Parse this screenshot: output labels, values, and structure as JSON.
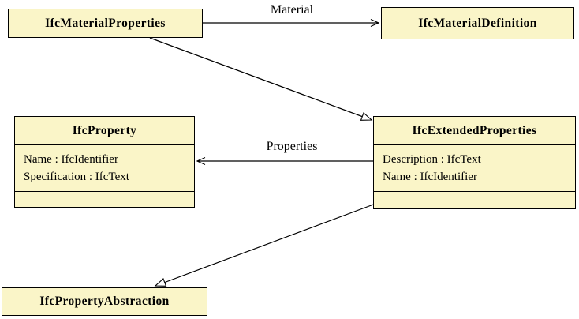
{
  "diagram": {
    "colors": {
      "box_fill": "#FAF5C8",
      "line": "#000000"
    },
    "classes": [
      {
        "name": "IfcMaterialProperties"
      },
      {
        "name": "IfcMaterialDefinition"
      },
      {
        "name": "IfcProperty",
        "attributes": [
          "Name : IfcIdentifier",
          "Specification : IfcText"
        ]
      },
      {
        "name": "IfcExtendedProperties",
        "attributes": [
          "Description : IfcText",
          "Name : IfcIdentifier"
        ]
      },
      {
        "name": "IfcPropertyAbstraction"
      }
    ],
    "relations": [
      {
        "type": "association",
        "label": "Material",
        "from": "IfcMaterialProperties",
        "to": "IfcMaterialDefinition",
        "arrowhead": "vee"
      },
      {
        "type": "association",
        "label": "Properties",
        "from": "IfcExtendedProperties",
        "to": "IfcProperty",
        "arrowhead": "vee"
      },
      {
        "type": "generalization",
        "from": "IfcMaterialProperties",
        "to": "IfcExtendedProperties",
        "arrowhead": "hollow-triangle"
      },
      {
        "type": "generalization",
        "from": "IfcExtendedProperties",
        "to": "IfcPropertyAbstraction",
        "arrowhead": "hollow-triangle"
      }
    ]
  }
}
